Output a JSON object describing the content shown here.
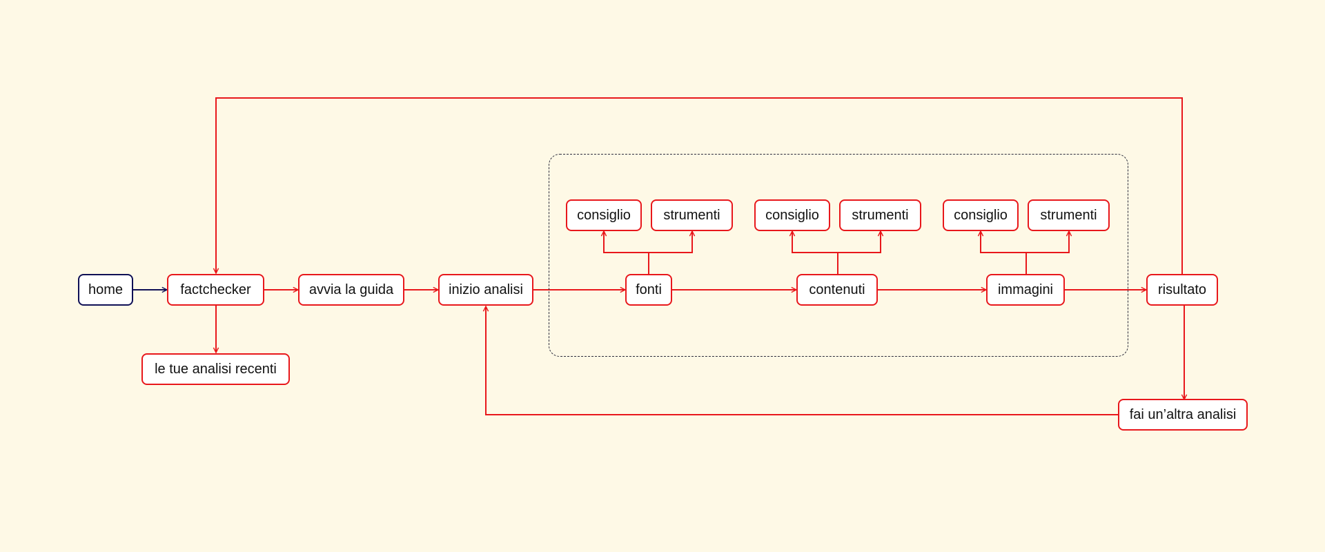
{
  "diagram": {
    "colors": {
      "background": "#fef9e6",
      "flow": "#e8171b",
      "entry": "#0e0f55",
      "node_fill": "#ffffff",
      "group_border": "#2a2a3a"
    },
    "nodes": {
      "home": "home",
      "factchecker": "factchecker",
      "recent": "le tue analisi recenti",
      "guide": "avvia la guida",
      "start": "inizio analisi",
      "sources": "fonti",
      "sources_advice": "consiglio",
      "sources_tools": "strumenti",
      "contents": "contenuti",
      "contents_advice": "consiglio",
      "contents_tools": "strumenti",
      "images": "immagini",
      "images_advice": "consiglio",
      "images_tools": "strumenti",
      "result": "risultato",
      "another": "fai un’altra analisi"
    }
  }
}
